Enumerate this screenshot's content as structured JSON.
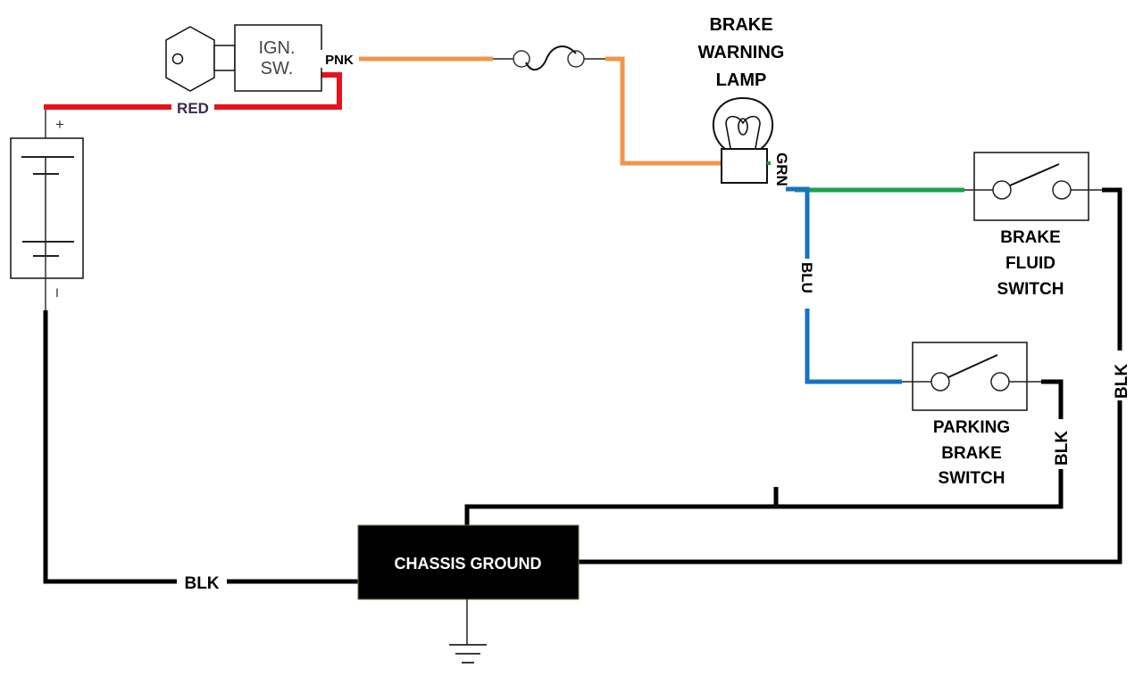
{
  "title": "Brake Warning Lamp Wiring Diagram",
  "colors": {
    "red": "#e8111b",
    "orange": "#f0954a",
    "green": "#17a34a",
    "blue": "#1772c0",
    "black": "#000000",
    "red_label": "#3d2a4e"
  },
  "components": {
    "ignition_switch": {
      "line1": "IGN.",
      "line2": "SW."
    },
    "battery": {
      "plus": "+",
      "minus": "I"
    },
    "fuse": {
      "name": "fuse"
    },
    "brake_warning_lamp": {
      "line1": "BRAKE",
      "line2": "WARNING",
      "line3": "LAMP"
    },
    "brake_fluid_switch": {
      "line1": "BRAKE",
      "line2": "FLUID",
      "line3": "SWITCH"
    },
    "parking_brake_switch": {
      "line1": "PARKING",
      "line2": "BRAKE",
      "line3": "SWITCH"
    },
    "chassis_ground": {
      "label": "CHASSIS GROUND"
    }
  },
  "wires": {
    "pnk": "PNK",
    "red": "RED",
    "grn": "GRN",
    "blu": "BLU",
    "blk_battery": "BLK",
    "blk_parking": "BLK",
    "blk_fluid": "BLK"
  }
}
